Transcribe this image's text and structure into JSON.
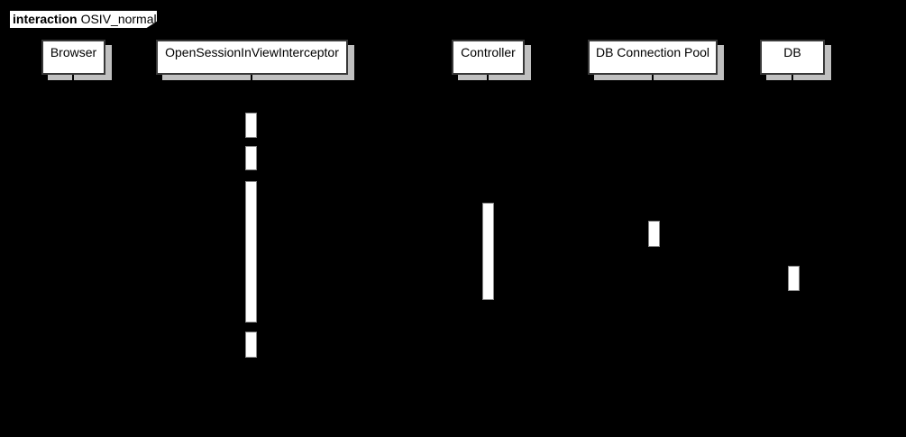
{
  "frame": {
    "keyword": "interaction",
    "title": "OSIV_normal"
  },
  "participants": [
    {
      "label": "Browser"
    },
    {
      "label": "OpenSessionInViewInterceptor"
    },
    {
      "label": "Controller"
    },
    {
      "label": "DB Connection Pool"
    },
    {
      "label": "DB"
    }
  ],
  "colors": {
    "background": "#000000",
    "box-fill": "#ffffff",
    "box-border": "#383838",
    "box-text": "#000000",
    "shadow": "#c0c0c0",
    "activation-fill": "#ffffff",
    "activation-border": "#888888",
    "label-fill": "#ffffff",
    "label-text": "#000000",
    "lifeline": "#000000"
  }
}
